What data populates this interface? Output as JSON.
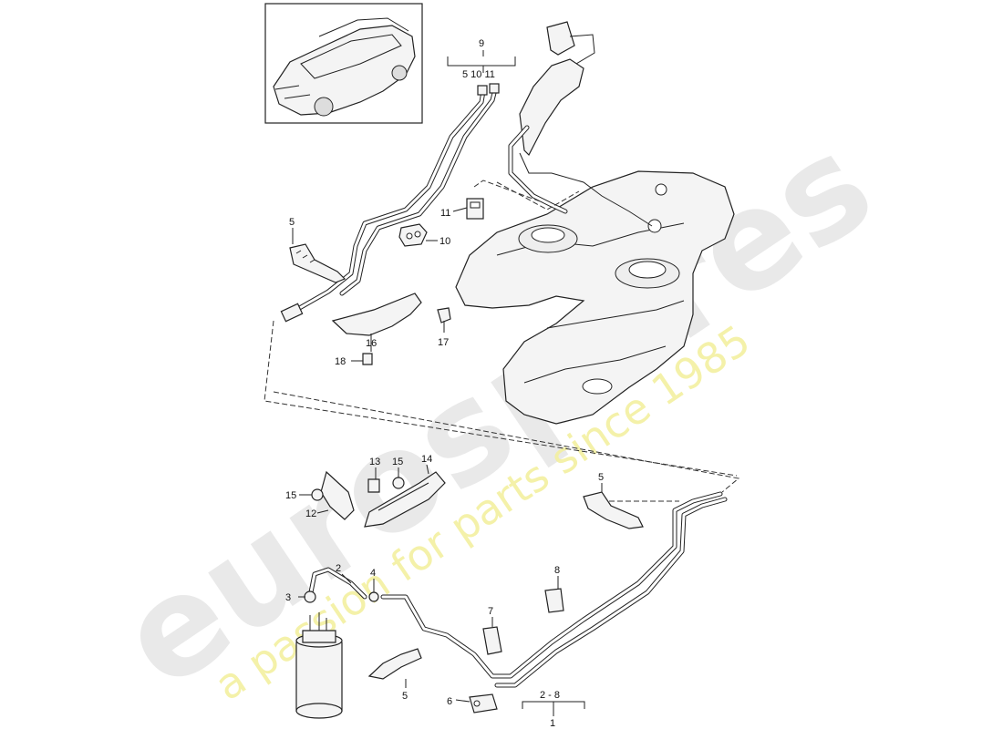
{
  "watermark": {
    "brand": "eurospares",
    "tagline": "a passion for parts since 1985"
  },
  "callouts": {
    "c1": "1",
    "c2_8": "2 - 8",
    "c2": "2",
    "c3": "3",
    "c4": "4",
    "c5a": "5",
    "c5b": "5",
    "c5c": "5",
    "c6": "6",
    "c7": "7",
    "c8": "8",
    "c9": "9",
    "c5_10_11": "5 10 11",
    "c10": "10",
    "c11": "11",
    "c12": "12",
    "c13": "13",
    "c14": "14",
    "c15a": "15",
    "c15b": "15",
    "c16": "16",
    "c17": "17",
    "c18": "18"
  }
}
